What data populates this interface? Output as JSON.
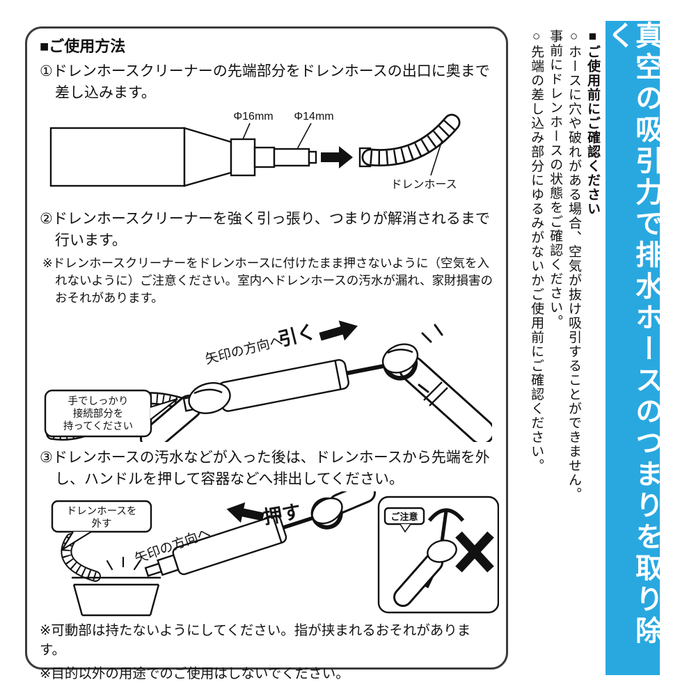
{
  "colors": {
    "banner_bg": "#29a8e0",
    "banner_text": "#ffffff"
  },
  "banner": {
    "text": "真空の吸引力で排水ホースのつまりを取り除く"
  },
  "pre_use": {
    "title": "■ご使用前にご確認ください",
    "lines": [
      "○ホースに穴や破れがある場合、空気が抜け吸引することができません。",
      "事前にドレンホースの状態をご確認ください。",
      "○先端の差し込み部分にゆるみがないかご使用前にご確認ください。"
    ]
  },
  "usage": {
    "title": "■ご使用方法",
    "step1": {
      "text": "①ドレンホースクリーナーの先端部分をドレンホースの出口に奥まで差し込みます。",
      "label_phi16": "Φ16mm",
      "label_phi14": "Φ14mm",
      "label_hose": "ドレンホース"
    },
    "step2": {
      "text": "②ドレンホースクリーナーを強く引っ張り、つまりが解消されるまで行います。",
      "note": "※ドレンホースクリーナーをドレンホースに付けたまま押さないように（空気を入れないように）ご注意ください。室内へドレンホースの汚水が漏れ、家財損害のおそれがあります。",
      "direction": "矢印の方向へ",
      "action": "引く",
      "bubble_lines": [
        "手でしっかり",
        "接続部分を",
        "持ってください"
      ]
    },
    "step3": {
      "text": "③ドレンホースの汚水などが入った後は、ドレンホースから先端を外し、ハンドルを押して容器などへ排出してください。",
      "direction": "矢印の方向へ",
      "action": "押す",
      "bubble_lines": [
        "ドレンホースを",
        "外す"
      ],
      "caution": "ご注意"
    },
    "footnotes": [
      "※可動部は持たないようにしてください。指が挟まれるおそれがあります。",
      "※目的以外の用途でのご使用はしないでください。"
    ]
  }
}
